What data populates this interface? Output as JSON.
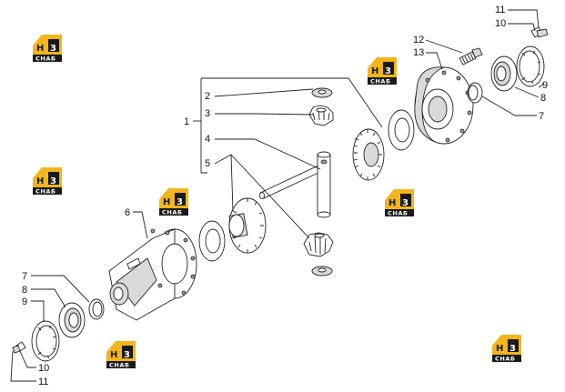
{
  "logo": {
    "mark_left": "H",
    "mark_right": "3",
    "subtitle": "CHAБ",
    "colors": {
      "gold": "#F2B51C",
      "black": "#1A1A1A"
    }
  },
  "callouts": [
    "1",
    "2",
    "3",
    "4",
    "5",
    "6",
    "7",
    "8",
    "9",
    "10",
    "11",
    "12",
    "13",
    "7",
    "8",
    "9",
    "10",
    "11"
  ]
}
